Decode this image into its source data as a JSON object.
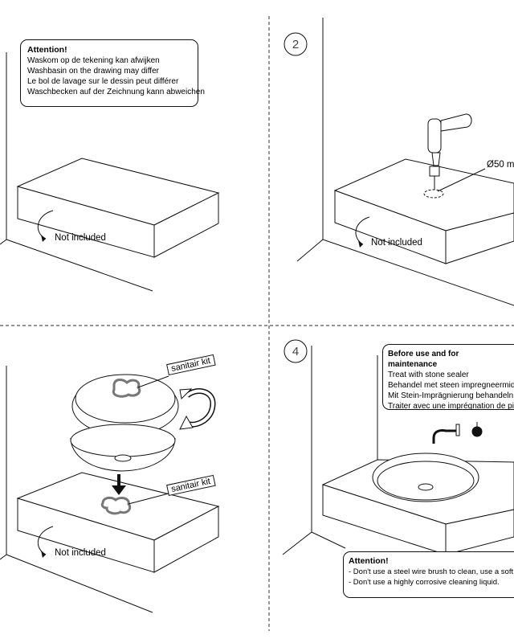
{
  "panel1": {
    "attention": {
      "title": "Attention!",
      "lines": [
        "Waskom op de tekening kan afwijken",
        "Washbasin on the drawing may differ",
        "Le bol de lavage sur le dessin peut différer",
        "Waschbecken auf der Zeichnung kann abweichen"
      ]
    },
    "not_included": "Not included"
  },
  "panel2": {
    "step_number": "2",
    "not_included": "Not included",
    "diameter_label": "Ø50 m"
  },
  "panel3": {
    "kit_label_top": "sanitair kit",
    "kit_label_bottom": "sanitair kit",
    "not_included": "Not included"
  },
  "panel4": {
    "step_number": "4",
    "maintenance": {
      "title": "Before use and for maintenance",
      "lines": [
        "Treat with stone sealer",
        "Behandel met steen impregneermiddel",
        "Mit Stein-Imprägnierung behandeln",
        "Traiter avec une imprégnation de pierre"
      ]
    },
    "attention": {
      "title": "Attention!",
      "lines": [
        "- Don't use a steel wire brush to clean, use a soft one.",
        "- Don't use a highly corrosive cleaning liquid."
      ]
    }
  },
  "colors": {
    "line": "#111111",
    "dash": "#555555",
    "seal": "#777777",
    "fill": "#ffffff"
  }
}
